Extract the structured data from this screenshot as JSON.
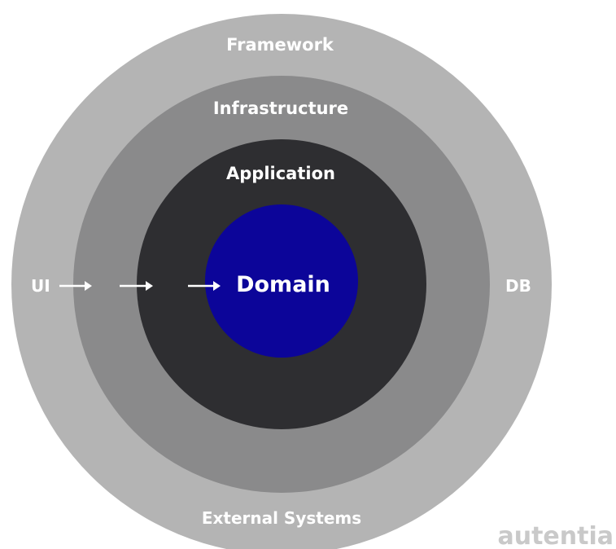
{
  "diagram": {
    "rings": {
      "framework": "Framework",
      "infrastructure": "Infrastructure",
      "application": "Application",
      "domain": "Domain"
    },
    "side_labels": {
      "left": "UI",
      "right": "DB",
      "bottom": "External Systems"
    },
    "colors": {
      "framework": "#b4b4b4",
      "infrastructure": "#8a8a8b",
      "application": "#2e2e31",
      "domain": "#0c0599",
      "text": "#ffffff",
      "watermark": "#c9c9c9"
    },
    "arrow_count": 3
  },
  "brand": {
    "logo_text": "autentia"
  }
}
